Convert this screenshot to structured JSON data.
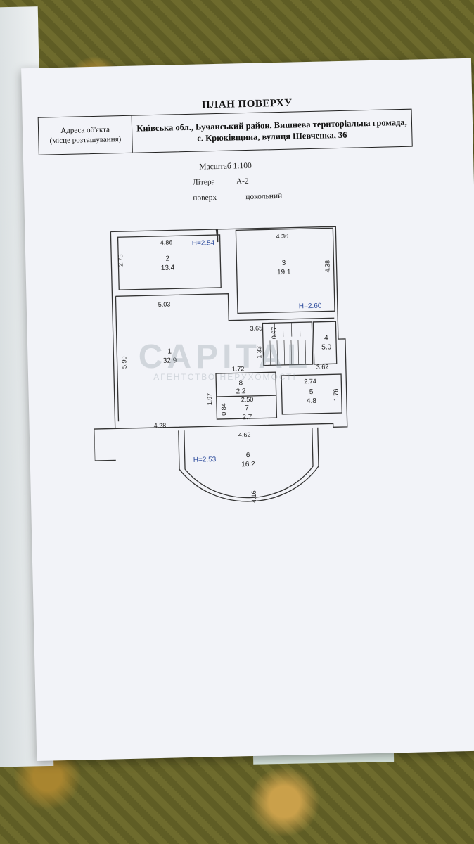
{
  "document": {
    "title": "ПЛАН ПОВЕРХУ",
    "address_label_line1": "Адреса об'єкта",
    "address_label_line2": "(місце розташування)",
    "address_line1": "Київська обл., Бучанський район, Вишнева територіальна громада,",
    "address_line2": "с. Крюківщина, вулиця Шевченка, 36",
    "scale": "Масштаб 1:100",
    "letter_label": "Літера",
    "letter_value": "А-2",
    "floor_label": "поверх",
    "floor_value": "цокольний"
  },
  "plan": {
    "heights": {
      "room2": "H=2.54",
      "room3": "H=2.60",
      "room6": "H=2.53"
    },
    "rooms": [
      {
        "number": "1",
        "area": "32.9"
      },
      {
        "number": "2",
        "area": "13.4"
      },
      {
        "number": "3",
        "area": "19.1"
      },
      {
        "number": "4",
        "area": "5.0"
      },
      {
        "number": "5",
        "area": "4.8"
      },
      {
        "number": "6",
        "area": "16.2"
      },
      {
        "number": "7",
        "area": "2.7"
      },
      {
        "number": "8",
        "area": "2.2"
      }
    ],
    "dims": {
      "d486": "4.86",
      "d436": "4.36",
      "d275": "2.75",
      "d438": "4.38",
      "d503": "5.03",
      "d365": "3.65",
      "d097": "0.97",
      "d133": "1.33",
      "d590": "5.90",
      "d172": "1.72",
      "d362": "3.62",
      "d274": "2.74",
      "d197": "1.97",
      "d084": "0.84",
      "d250": "2.50",
      "d176": "1.76",
      "d428": "4.28",
      "d462": "4.62",
      "d416": "4.16"
    }
  },
  "watermark": {
    "brand": "CAPITAL",
    "tagline": "АГЕНТСТВО НЕРУХОМОСТІ"
  }
}
